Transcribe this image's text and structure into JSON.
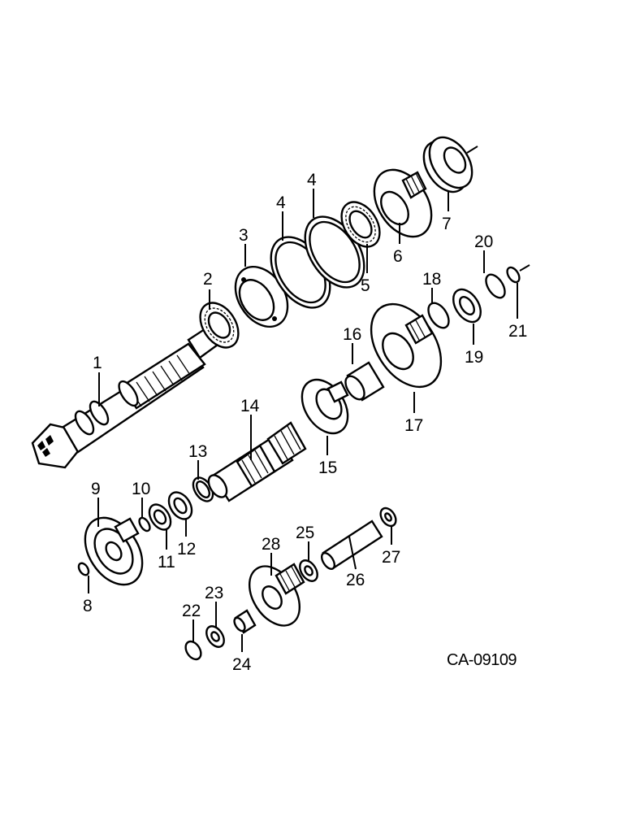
{
  "diagram": {
    "code": "CA-09109",
    "callouts": [
      {
        "id": "c1",
        "text": "1"
      },
      {
        "id": "c2",
        "text": "2"
      },
      {
        "id": "c3",
        "text": "3"
      },
      {
        "id": "c4a",
        "text": "4"
      },
      {
        "id": "c4b",
        "text": "4"
      },
      {
        "id": "c5",
        "text": "5"
      },
      {
        "id": "c6",
        "text": "6"
      },
      {
        "id": "c7",
        "text": "7"
      },
      {
        "id": "c8",
        "text": "8"
      },
      {
        "id": "c9",
        "text": "9"
      },
      {
        "id": "c10",
        "text": "10"
      },
      {
        "id": "c11",
        "text": "11"
      },
      {
        "id": "c12",
        "text": "12"
      },
      {
        "id": "c13",
        "text": "13"
      },
      {
        "id": "c14",
        "text": "14"
      },
      {
        "id": "c15",
        "text": "15"
      },
      {
        "id": "c16",
        "text": "16"
      },
      {
        "id": "c17",
        "text": "17"
      },
      {
        "id": "c18",
        "text": "18"
      },
      {
        "id": "c19",
        "text": "19"
      },
      {
        "id": "c20",
        "text": "20"
      },
      {
        "id": "c21",
        "text": "21"
      },
      {
        "id": "c22",
        "text": "22"
      },
      {
        "id": "c23",
        "text": "23"
      },
      {
        "id": "c24",
        "text": "24"
      },
      {
        "id": "c25",
        "text": "25"
      },
      {
        "id": "c26",
        "text": "26"
      },
      {
        "id": "c27",
        "text": "27"
      },
      {
        "id": "c28",
        "text": "28"
      }
    ]
  }
}
